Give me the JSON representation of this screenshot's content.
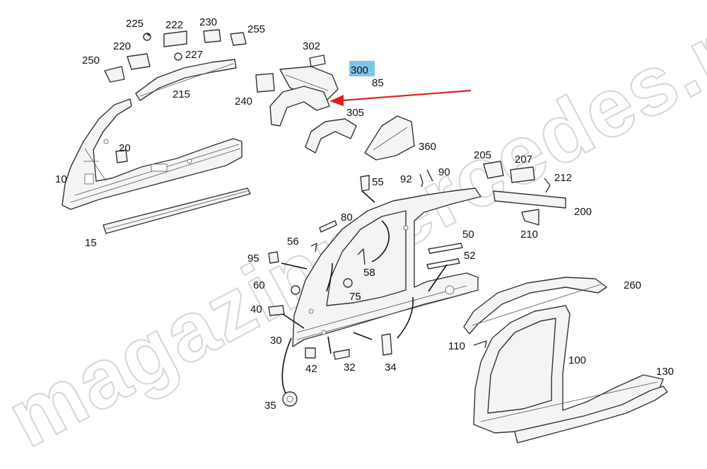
{
  "watermark": "magazinmercedes.ru",
  "highlight_color": "#7ec4e6",
  "arrow_color": "#e02020",
  "callouts": {
    "c225": "225",
    "c222": "222",
    "c230": "230",
    "c255": "255",
    "c220": "220",
    "c227": "227",
    "c250": "250",
    "c215": "215",
    "c20": "20",
    "c10": "10",
    "c15": "15",
    "c302": "302",
    "c300": "300",
    "c85": "85",
    "c240": "240",
    "c305": "305",
    "c360": "360",
    "c205": "205",
    "c207": "207",
    "c212": "212",
    "c200": "200",
    "c210": "210",
    "c55": "55",
    "c92": "92",
    "c90": "90",
    "c80": "80",
    "c56": "56",
    "c95": "95",
    "c58": "58",
    "c60": "60",
    "c75": "75",
    "c40": "40",
    "c30": "30",
    "c42": "42",
    "c32": "32",
    "c34": "34",
    "c35": "35",
    "c50": "50",
    "c52": "52",
    "c260": "260",
    "c110": "110",
    "c100": "100",
    "c130": "130"
  }
}
